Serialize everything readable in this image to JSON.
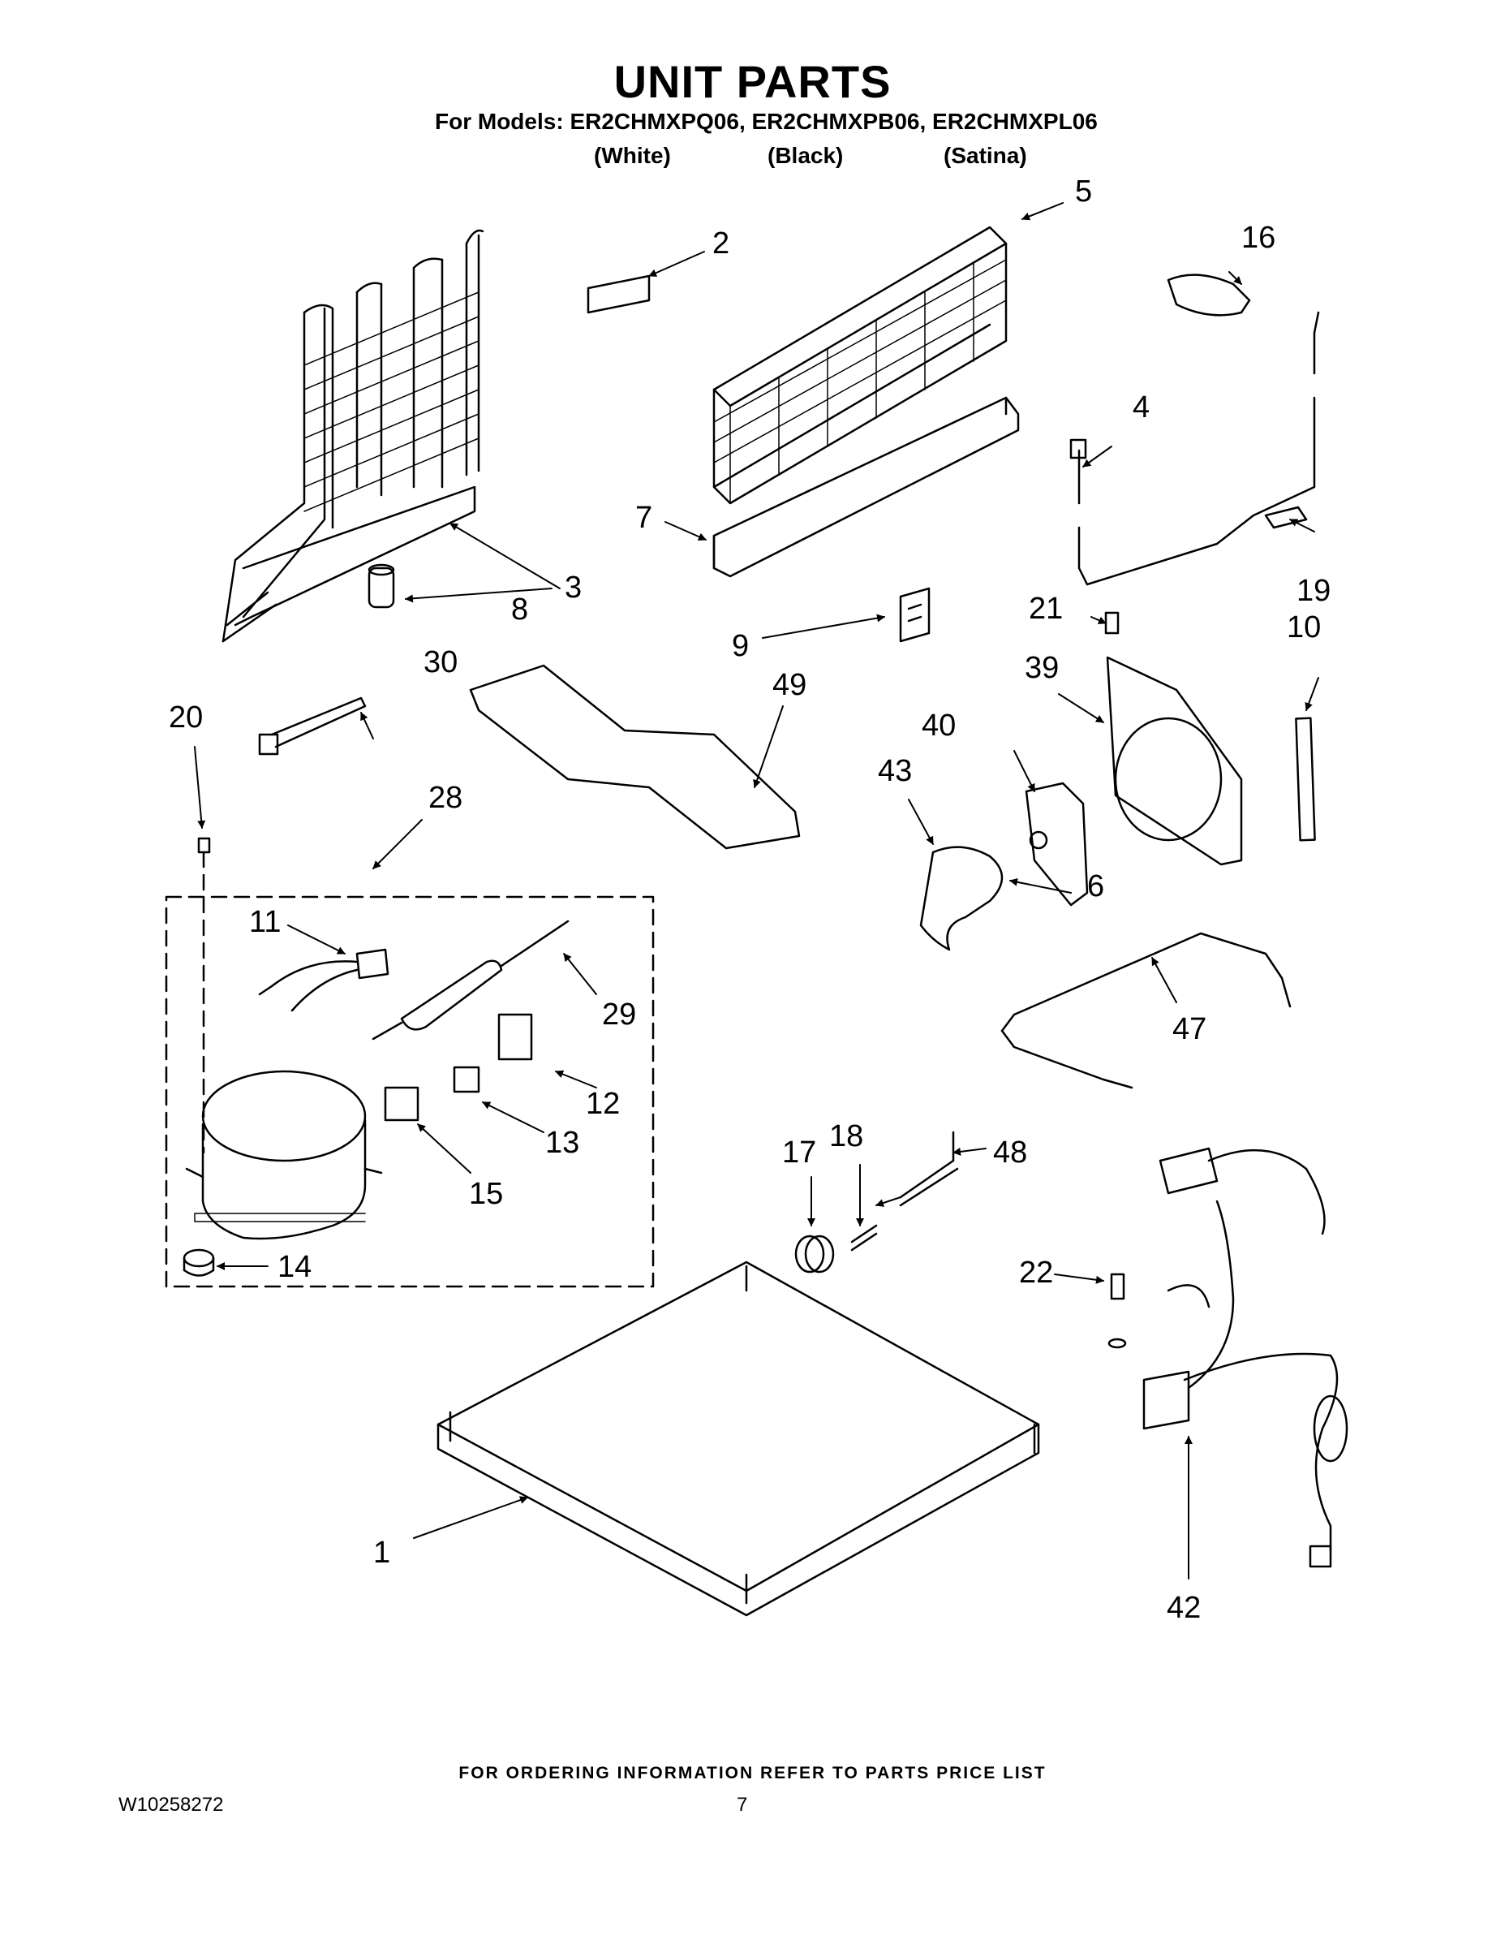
{
  "title": "UNIT PARTS",
  "models_line": "For Models: ER2CHMXPQ06, ER2CHMXPB06, ER2CHMXPL06",
  "colors": [
    "(White)",
    "(Black)",
    "(Satina)"
  ],
  "callouts": [
    "1",
    "2",
    "3",
    "4",
    "5",
    "6",
    "7",
    "8",
    "9",
    "10",
    "11",
    "12",
    "13",
    "14",
    "15",
    "16",
    "17",
    "18",
    "19",
    "20",
    "21",
    "22",
    "28",
    "29",
    "30",
    "39",
    "40",
    "42",
    "43",
    "47",
    "48",
    "49"
  ],
  "footer_note": "FOR ORDERING INFORMATION REFER TO PARTS PRICE LIST",
  "doc_number": "W10258272",
  "page_number": "7"
}
